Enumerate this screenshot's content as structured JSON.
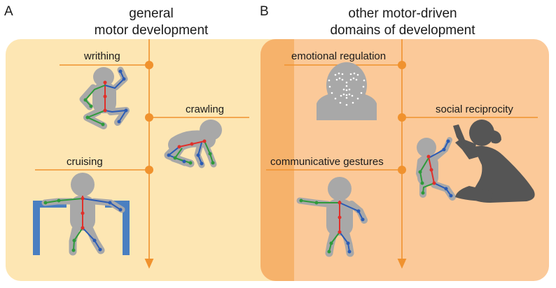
{
  "panel_a": {
    "letter": "A",
    "title_line1": "general",
    "title_line2": "motor development",
    "milestones": [
      "writhing",
      "crawling",
      "cruising"
    ]
  },
  "panel_b": {
    "letter": "B",
    "title_line1": "other motor-driven",
    "title_line2": "domains of development",
    "domains": [
      "emotional regulation",
      "social reciprocity",
      "communicative gestures"
    ]
  },
  "colors": {
    "panel_a_bg": "#fde6b3",
    "panel_b_bg": "#fbc999",
    "overlap": "#f6b26b",
    "timeline": "#f0922e",
    "node": "#f0922e",
    "infant": "#a8a8a8",
    "mother": "#555555",
    "walker": "#4a7fc1",
    "skeleton_red": "#e0302a",
    "skeleton_blue": "#2a5bb5",
    "skeleton_green": "#2e9a3a"
  },
  "icons": [
    "writhing-infant-figure",
    "crawling-infant-figure",
    "cruising-infant-figure",
    "face-landmarks-figure",
    "pointing-infant-figure",
    "mother-silhouette-figure"
  ]
}
